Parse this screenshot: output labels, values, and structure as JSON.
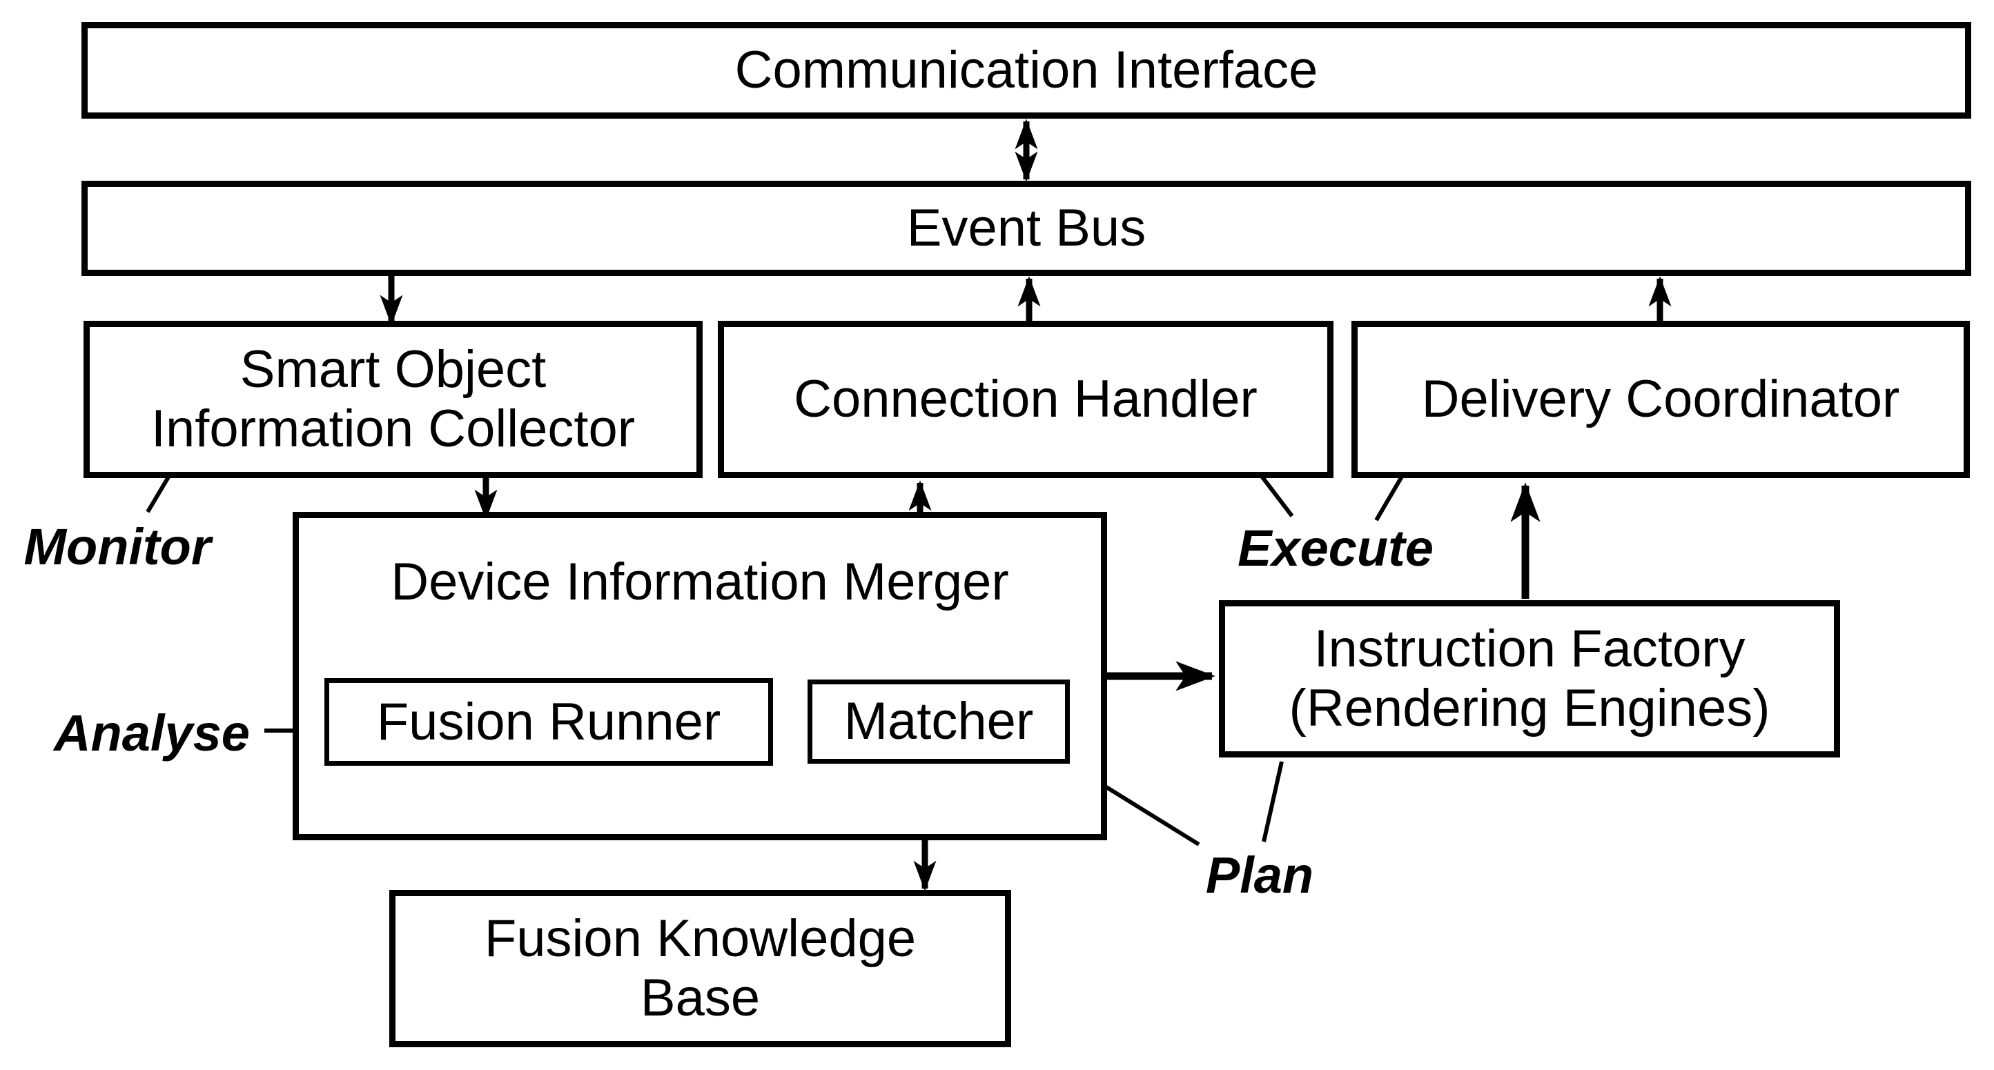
{
  "figure": {
    "background": "#ffffff",
    "line_color": "#000000",
    "nodes": {
      "communication_interface": {
        "lines": [
          "Communication Interface"
        ]
      },
      "event_bus": {
        "lines": [
          "Event Bus"
        ]
      },
      "smart_object_information_collector": {
        "lines": [
          "Smart Object",
          "Information Collector"
        ]
      },
      "connection_handler": {
        "lines": [
          "Connection Handler"
        ]
      },
      "delivery_coordinator": {
        "lines": [
          "Delivery Coordinator"
        ]
      },
      "device_information_merger": {
        "lines": [
          "Device Information Merger"
        ]
      },
      "fusion_runner": {
        "lines": [
          "Fusion Runner"
        ]
      },
      "matcher": {
        "lines": [
          "Matcher"
        ]
      },
      "instruction_factory": {
        "lines": [
          "Instruction Factory",
          "(Rendering Engines)"
        ]
      },
      "fusion_knowledge_base": {
        "lines": [
          "Fusion Knowledge",
          "Base"
        ]
      }
    },
    "phase_labels": {
      "monitor": "Monitor",
      "analyse": "Analyse",
      "plan": "Plan",
      "execute": "Execute"
    }
  }
}
